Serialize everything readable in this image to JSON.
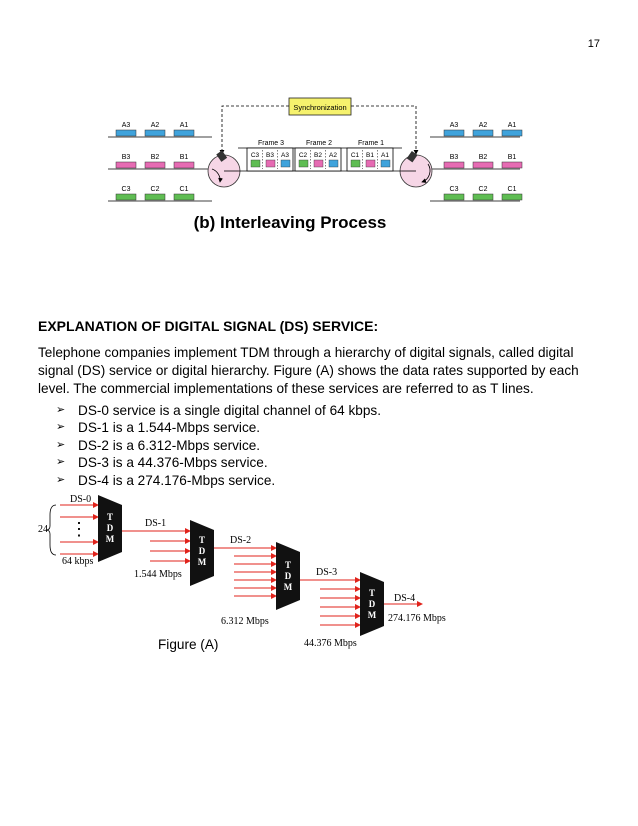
{
  "page_number": "17",
  "interleave": {
    "sync_label": "Synchronization",
    "left_rows": [
      [
        "A3",
        "A2",
        "A1"
      ],
      [
        "B3",
        "B2",
        "B1"
      ],
      [
        "C3",
        "C2",
        "C1"
      ]
    ],
    "right_rows": [
      [
        "A3",
        "A2",
        "A1"
      ],
      [
        "B3",
        "B2",
        "B1"
      ],
      [
        "C3",
        "C2",
        "C1"
      ]
    ],
    "frames": [
      {
        "label": "Frame 3",
        "units": [
          "C3",
          "B3",
          "A3"
        ]
      },
      {
        "label": "Frame 2",
        "units": [
          "C2",
          "B2",
          "A2"
        ]
      },
      {
        "label": "Frame 1",
        "units": [
          "C1",
          "B1",
          "A1"
        ]
      }
    ],
    "caption": "(b) Interleaving Process",
    "colors": {
      "row_a": "#3fa3dc",
      "row_b": "#e66bb3",
      "row_c": "#5fbd53",
      "sync_fill": "#f6f26d",
      "wheel": "#f6d6e6"
    }
  },
  "section_heading": "EXPLANATION OF DIGITAL SIGNAL (DS) SERVICE:",
  "paragraph": "Telephone companies implement TDM through a hierarchy of digital signals, called digital signal (DS) service or digital hierarchy. Figure (A) shows the data rates supported by each level. The commercial implementations of these services are referred to as T lines.",
  "bullets": [
    "DS-0 service is a single digital channel of 64 kbps.",
    "DS-1 is a 1.544-Mbps service.",
    "DS-2 is a 6.312-Mbps service.",
    "DS-3 is a 44.376-Mbps service.",
    "DS-4 is a 274.176-Mbps service."
  ],
  "bullet_marker": "➢",
  "figure_a": {
    "mux_letters": [
      "T",
      "D",
      "M"
    ],
    "count_label": "24",
    "ellipsis": "⋮",
    "levels": {
      "ds0": {
        "name": "DS-0",
        "rate": "64 kbps"
      },
      "ds1": {
        "name": "DS-1",
        "rate": "1.544 Mbps"
      },
      "ds2": {
        "name": "DS-2",
        "rate": "6.312 Mbps"
      },
      "ds3": {
        "name": "DS-3",
        "rate": "44.376 Mbps"
      },
      "ds4": {
        "name": "DS-4",
        "rate": "274.176 Mbps"
      }
    },
    "caption": "Figure (A)",
    "line_color": "#e0231b"
  }
}
